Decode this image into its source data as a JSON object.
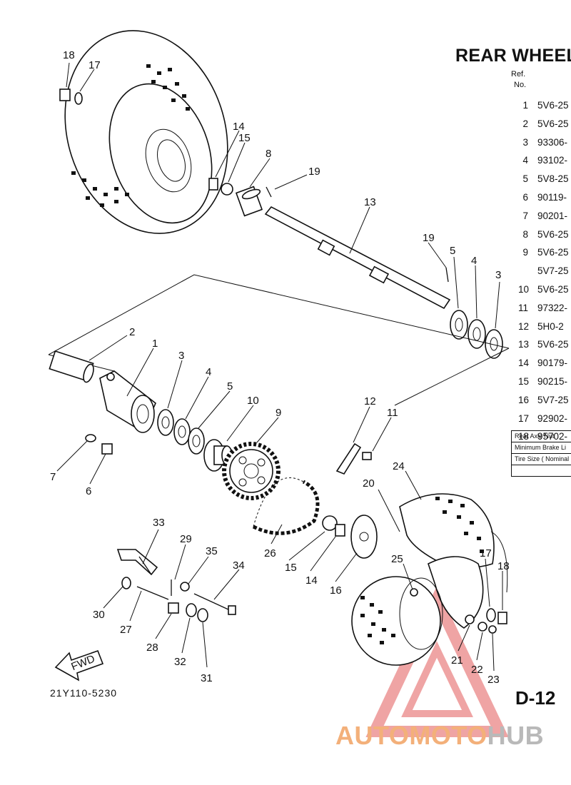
{
  "title": "REAR WHEEL",
  "ref_header": {
    "line1": "Ref.",
    "line2": "No."
  },
  "parts": [
    {
      "no": "1",
      "pn": "5V6-25"
    },
    {
      "no": "2",
      "pn": "5V6-25"
    },
    {
      "no": "3",
      "pn": "93306-"
    },
    {
      "no": "4",
      "pn": "93102-"
    },
    {
      "no": "5",
      "pn": "5V8-25"
    },
    {
      "no": "6",
      "pn": "90119-"
    },
    {
      "no": "7",
      "pn": "90201-"
    },
    {
      "no": "8",
      "pn": "5V6-25"
    },
    {
      "no": "9",
      "pn": "5V6-25"
    },
    {
      "no": "",
      "pn": "5V7-25"
    },
    {
      "no": "10",
      "pn": "5V6-25"
    },
    {
      "no": "11",
      "pn": "97322-"
    },
    {
      "no": "12",
      "pn": "5H0-2"
    },
    {
      "no": "13",
      "pn": "5V6-25"
    },
    {
      "no": "14",
      "pn": "90179-"
    },
    {
      "no": "15",
      "pn": "90215-"
    },
    {
      "no": "16",
      "pn": "5V7-25"
    },
    {
      "no": "17",
      "pn": "92902-"
    },
    {
      "no": "18",
      "pn": "95702-"
    }
  ],
  "spec_box": [
    "Rear Axle Nut",
    "Minimum Brake Li",
    "Tire Size ( Nominal",
    ""
  ],
  "callouts": [
    "18",
    "17",
    "14",
    "15",
    "8",
    "19",
    "13",
    "19",
    "5",
    "4",
    "3",
    "2",
    "1",
    "3",
    "4",
    "5",
    "10",
    "9",
    "12",
    "11",
    "7",
    "6",
    "20",
    "24",
    "33",
    "29",
    "35",
    "34",
    "30",
    "27",
    "28",
    "32",
    "31",
    "26",
    "15",
    "14",
    "16",
    "25",
    "17",
    "18",
    "21",
    "22",
    "23"
  ],
  "fwd_label": "FWD",
  "drawing_code": "21Y110-5230",
  "page_code": "D-12",
  "watermark": {
    "part1": "AUTOMOTO",
    "part2": "HUB"
  },
  "colors": {
    "line": "#111111",
    "watermark_orange": "#f3b07a",
    "watermark_gray": "#b9b9b9",
    "watermark_triangle": "#e25a5a"
  }
}
